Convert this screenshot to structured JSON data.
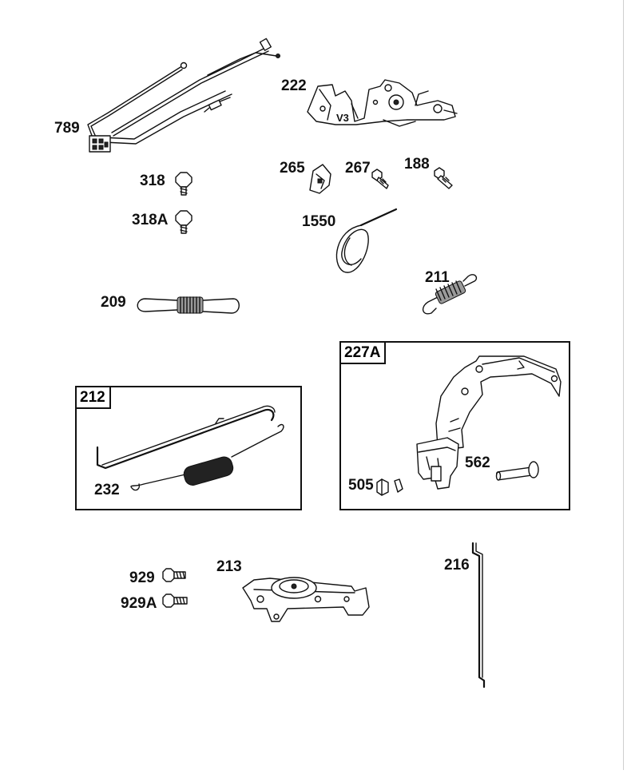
{
  "labels": {
    "p789": "789",
    "p222": "222",
    "p318": "318",
    "p318a": "318A",
    "p265": "265",
    "p267": "267",
    "p188": "188",
    "p1550": "1550",
    "p209": "209",
    "p211": "211",
    "p227a": "227A",
    "p212": "212",
    "p232": "232",
    "p505": "505",
    "p562": "562",
    "p929": "929",
    "p929a": "929A",
    "p213": "213",
    "p216": "216"
  },
  "part_222_marking": "V3"
}
